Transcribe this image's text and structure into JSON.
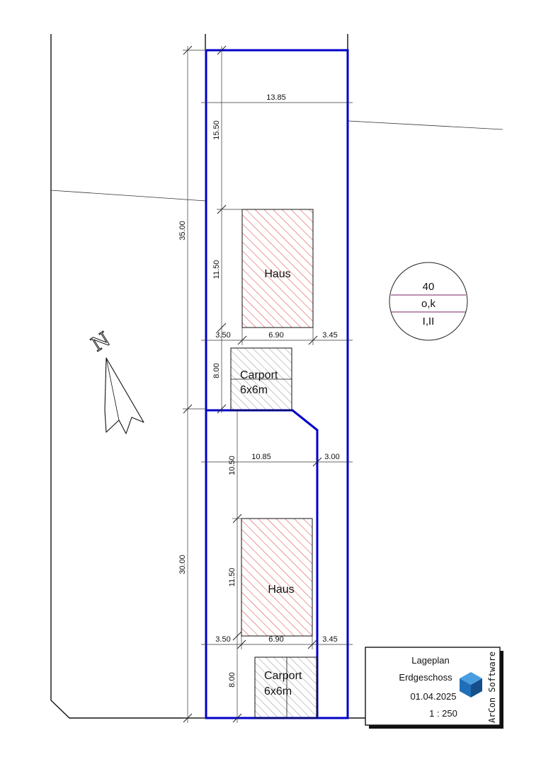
{
  "buildings": {
    "haus_label": "Haus",
    "carport_label_1": "Carport",
    "carport_label_2": "6x6m"
  },
  "dimensions": {
    "total_top": "35.00",
    "total_bottom": "30.00",
    "width_top": "13.85",
    "front_setback_top": "15.50",
    "house_depth_top": "11.50",
    "side_left_top": "3.50",
    "house_width_top": "6.90",
    "side_right_top": "3.45",
    "carport_depth_top": "8.00",
    "front_setback_bottom": "10.50",
    "width_bottom_left": "10.85",
    "width_bottom_right": "3.00",
    "house_depth_bottom": "11.50",
    "side_left_bottom": "3.50",
    "house_width_bottom": "6.90",
    "side_right_bottom": "3.45",
    "carport_depth_bottom": "8.00"
  },
  "zoning": {
    "floor_area": "40",
    "building_type": "o,k",
    "storeys": "I,II"
  },
  "north_arrow": {
    "label": "N"
  },
  "title_block": {
    "line1": "Lageplan",
    "line2": "Erdgeschoss",
    "date": "01.04.2025",
    "scale": "1 : 250",
    "brand": "ArCon Software"
  },
  "colors": {
    "plot_boundary": "#0000c8",
    "house_hatch": "#d42020",
    "carport_hatch": "#444444",
    "brand_blue": "#1f6fb8"
  }
}
